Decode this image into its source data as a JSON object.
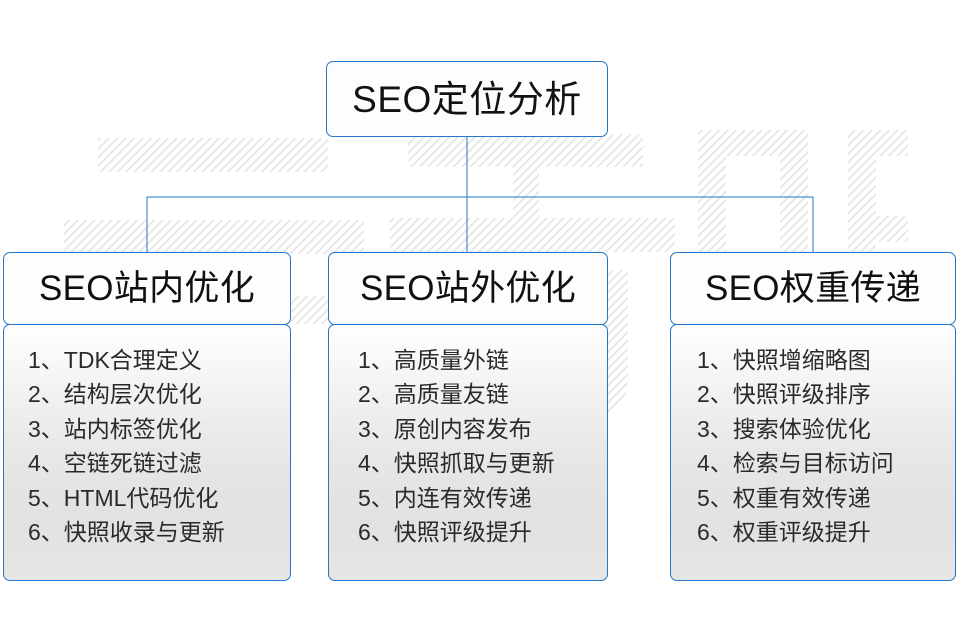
{
  "diagram": {
    "title": "SEO定位分析",
    "watermark_text": "云无限",
    "accent_color": "#2277c8",
    "text_color": "#101010",
    "body_text_color": "#2a2a2a",
    "body_background": "#e4e4e4",
    "columns": [
      {
        "header": "SEO站内优化",
        "items": [
          "1、TDK合理定义",
          "2、结构层次优化",
          "3、站内标签优化",
          "4、空链死链过滤",
          "5、HTML代码优化",
          "6、快照收录与更新"
        ]
      },
      {
        "header": "SEO站外优化",
        "items": [
          "1、高质量外链",
          "2、高质量友链",
          "3、原创内容发布",
          "4、快照抓取与更新",
          "5、内连有效传递",
          "6、快照评级提升"
        ]
      },
      {
        "header": "SEO权重传递",
        "items": [
          "1、快照增缩略图",
          "2、快照评级排序",
          "3、搜索体验优化",
          "4、检索与目标访问",
          "5、权重有效传递",
          "6、权重评级提升"
        ]
      }
    ]
  }
}
